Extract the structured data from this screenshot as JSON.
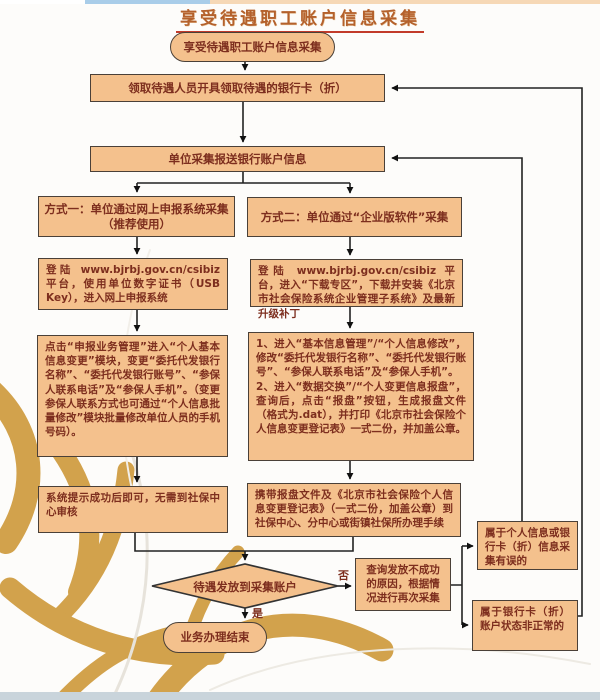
{
  "title": "享受待遇职工账户信息采集",
  "flow": {
    "start": "享受待遇职工账户信息采集",
    "card": "领取待遇人员开具领取待遇的银行卡（折）",
    "unit": "单位采集报送银行账户信息",
    "method1_line1": "方式一：单位通过网上申报系统采集",
    "method1_line2": "（推荐使用）",
    "method2": "方式二：单位通过“企业版软件”采集",
    "login1": "登陆 www.bjrbj.gov.cn/csibiz 平台，使用单位数字证书（USB Key），进入网上申报系统",
    "login2": "登陆 www.bjrbj.gov.cn/csibiz 平台，进入“下载专区”，下载并安装《北京市社会保险系统企业管理子系统》及最新升级补丁",
    "detail1": "点击“申报业务管理”进入“个人基本信息变更”模块，变更“委托代发银行名称”、“委托代发银行账号”、“参保人联系电话”及“参保人手机”。（变更参保人联系方式也可通过“个人信息批量修改”模块批量修改单位人员的手机号码）。",
    "detail2_item1": "1、进入“基本信息管理”/“个人信息修改”，修改“委托代发银行名称”、“委托代发银行账号”、“参保人联系电话”及“参保人手机”。",
    "detail2_item2": "2、进入“数据交换”/“个人变更信息报盘”，查询后，点击“报盘”按钮，生成报盘文件（格式为.dat），并打印《北京市社会保险个人信息变更登记表》一式二份，并加盖公章。",
    "confirm1": "系统提示成功后即可，无需到社保中心审核",
    "submit2": "携带报盘文件及《北京市社会保险个人信息变更登记表》（一式二份，加盖公章）到社保中心、分中心或街镇社保所办理手续",
    "decision": "待遇发放到采集账户",
    "query": "查询发放不成功的原因，根据情况进行再次采集",
    "err_info": "属于个人信息或银行卡（折）信息采集有误的",
    "err_status": "属于银行卡（折）账户状态非正常的",
    "end": "业务办理结束",
    "label_yes": "是",
    "label_no": "否"
  },
  "colors": {
    "node_fill": "#F4C18D",
    "node_border": "#4a4038",
    "text": "#7D2E1E",
    "title": "#B4612C",
    "title_underline": "#C23B2A",
    "gold": "#D2A24C",
    "connector": "#222222"
  }
}
